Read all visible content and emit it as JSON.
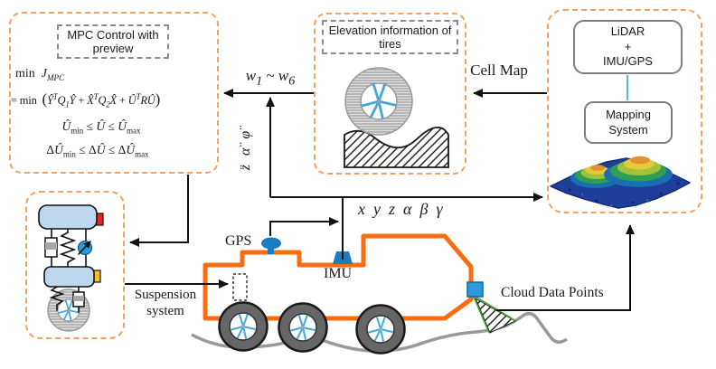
{
  "figure_title": "Vehicle MPC preview control and terrain mapping diagram",
  "colors": {
    "box_dash_orange": "#F2A063",
    "vehicle_orange": "#FB6C11",
    "sensor_blue": "#1C7CC0",
    "spoke_blue": "#3FA9DC",
    "mass_light_blue": "#BDD7EE",
    "actuator_red": "#E8251B",
    "actuator_yellow": "#FFC000",
    "box_border_gray": "#7F7F7F",
    "scan_green": "#4f9e34",
    "terrain_base_blue": "#1d3e99"
  },
  "mpc": {
    "title": "MPC Control with preview",
    "eq1_html": "min&nbsp;&nbsp;<i>J<sub>MPC</sub></i>",
    "eq2_html": "= min&nbsp; <span class='paren'>(</span><i>Ŷ<sup>T</sup>Q<sub>1</sub>Ŷ</i> + <i>X̂<sup>T</sup>Q<sub>2</sub>X̂</i> + <i>Û<sup>T</sup>RÛ</i><span class='paren'>)</span>",
    "eq3_html": "<i>Û</i><sub>min</sub> ≤ <i>Û</i> ≤ <i>Û</i><sub>max</sub>",
    "eq4_html": "Δ<i>Û</i><sub>min</sub> ≤ Δ<i>Û</i> ≤ Δ<i>Û</i><sub>max</sub>"
  },
  "elevation": {
    "title": "Elevation information of tires"
  },
  "perception": {
    "lidar_box_html": "LiDAR<br>+<br>IMU/GPS",
    "mapping_box_html": "Mapping<br>System"
  },
  "labels": {
    "w_range_html": "<i>w</i><sub>1</sub> ~ <i>w</i><sub>6</sub>",
    "accelerations": "z̈ α̈ φ̈",
    "pose_html": "<i>x</i>&nbsp;&nbsp;<i>y</i>&nbsp;&nbsp;<i>z</i>&nbsp;&nbsp;<i>α</i>&nbsp;&nbsp;<i>β</i>&nbsp;&nbsp;<i>γ</i>",
    "cell_map": "Cell Map",
    "gps": "GPS",
    "imu": "IMU",
    "cloud_data_points": "Cloud Data Points",
    "suspension_html": "Suspension<br>system"
  }
}
